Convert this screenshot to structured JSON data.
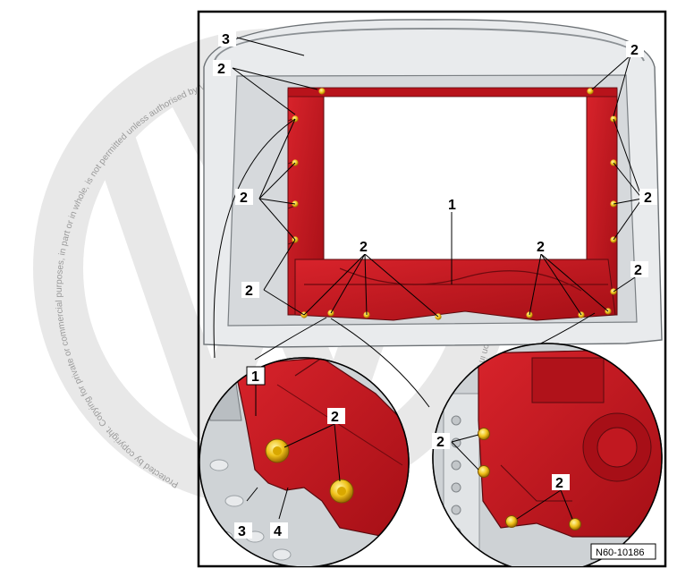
{
  "figure": {
    "id": "N60-10186",
    "watermark_lines": [
      "Protected by copyright. Copying for private or commercial purposes, in part or in whole, is not permitted unless authorised by Volkswagen AG. Volkswagen AG does not guarantee or accept any liability with respect to the correctness of information in this document."
    ],
    "callouts": {
      "c1": "1",
      "c2": "2",
      "c3": "3",
      "c4": "4"
    }
  },
  "colors": {
    "part_red": "#c8141c",
    "part_red_dark": "#8e0c12",
    "frame_grey": "#d9dcdf",
    "fastener": "#e8a020",
    "watermark": "#e3e3e3"
  }
}
